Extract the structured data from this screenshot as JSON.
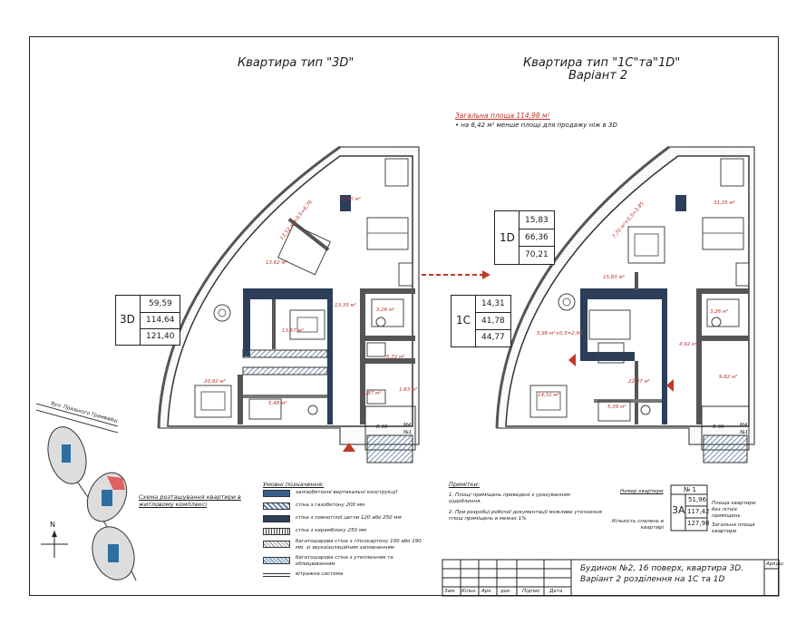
{
  "plan_3d": {
    "title": "Квартира тип \"3D\"",
    "summary": {
      "code": "3D",
      "v1": "59,59",
      "v2": "114,64",
      "v3": "121,40"
    },
    "rooms": {
      "living": "32,40 м²",
      "bed1": "13,62 м²",
      "bed2": "13,57 м²",
      "bed3": "20,92 м²",
      "hall": "13,35 м²",
      "bath1": "3,26 м²",
      "bath2": "5,48 м²",
      "wc": "5,72 м²",
      "store": "2,87 м²",
      "store2": "1,63 м²",
      "balcony": "13,52 м²×0,5=6,76"
    }
  },
  "plan_1c1d": {
    "title": "Квартира тип \"1С\"та\"1D\"",
    "subtitle": "Варіант 2",
    "total_area": "Загальна площа 114,98 м²",
    "note": "• на 6,42 м² менше площі для продажу ніж в 3D",
    "summary_1d": {
      "code": "1D",
      "v1": "15,83",
      "v2": "66,36",
      "v3": "70,21"
    },
    "summary_1c": {
      "code": "1С",
      "v1": "14,31",
      "v2": "41,78",
      "v3": "44,77"
    },
    "rooms": {
      "living": "31,35 м²",
      "bed_top": "15,83 м²",
      "bed_bottom": "14,31 м²",
      "kitchen": "22,07 м²",
      "bath1": "3,26 м²",
      "bath2": "5,39 м²",
      "hall1": "4,92 м²",
      "hall2": "9,82 м²",
      "balcony_top": "7,70 м²×0,5=3,85",
      "balcony_bottom": "5,98 м²×0,5=2,99"
    }
  },
  "site_scheme": {
    "caption": "Схема розташування квартири в житловому комплексі",
    "street": "Вул. Празького Трамвайщ",
    "north": "N"
  },
  "legend": {
    "heading": "Умовні позначення:",
    "items": [
      "залізобетонні вертикальні конструкції",
      "стіна з газобетону 200 мм",
      "стіна з повнотілої цегли 120 або 250 мм",
      "стіна з керамблоку 250 мм",
      "багатошарова стіна з гіпсокартону 100 або 190 мм. зі звукоізоляційним заповненням",
      "багатошарова стіна з утепленням та облицюванням",
      "вітражна система"
    ]
  },
  "notes": {
    "heading": "Примітки:",
    "items": [
      "1. Площі приміщень приведені з урахуванням оздоблення.",
      "2. При розробці робочої документації можливе уточнення площ приміщень в межах 1%"
    ]
  },
  "key": {
    "num": "№ 1",
    "type": "3А",
    "v1": "51,96",
    "v2": "117,42",
    "v3": "127,98",
    "label_num": "Номер квартири",
    "label_rooms": "Кількість спалень в квартирі",
    "label_area1": "Площа квартири без літніх приміщень",
    "label_area2": "Загальна площа квартири"
  },
  "stairs": {
    "r90": "R 90",
    "m4": "М4",
    "n1": "№1"
  },
  "stamp": {
    "description": "Будинок №2, 16 поверх, квартира 3D. Варіант 2 розділення на 1С та 1D",
    "sheet_label": "Аркуш",
    "cols": [
      "Зам.",
      "Кільк.",
      "Арк.",
      "док.",
      "Підпис",
      "Дата"
    ]
  }
}
